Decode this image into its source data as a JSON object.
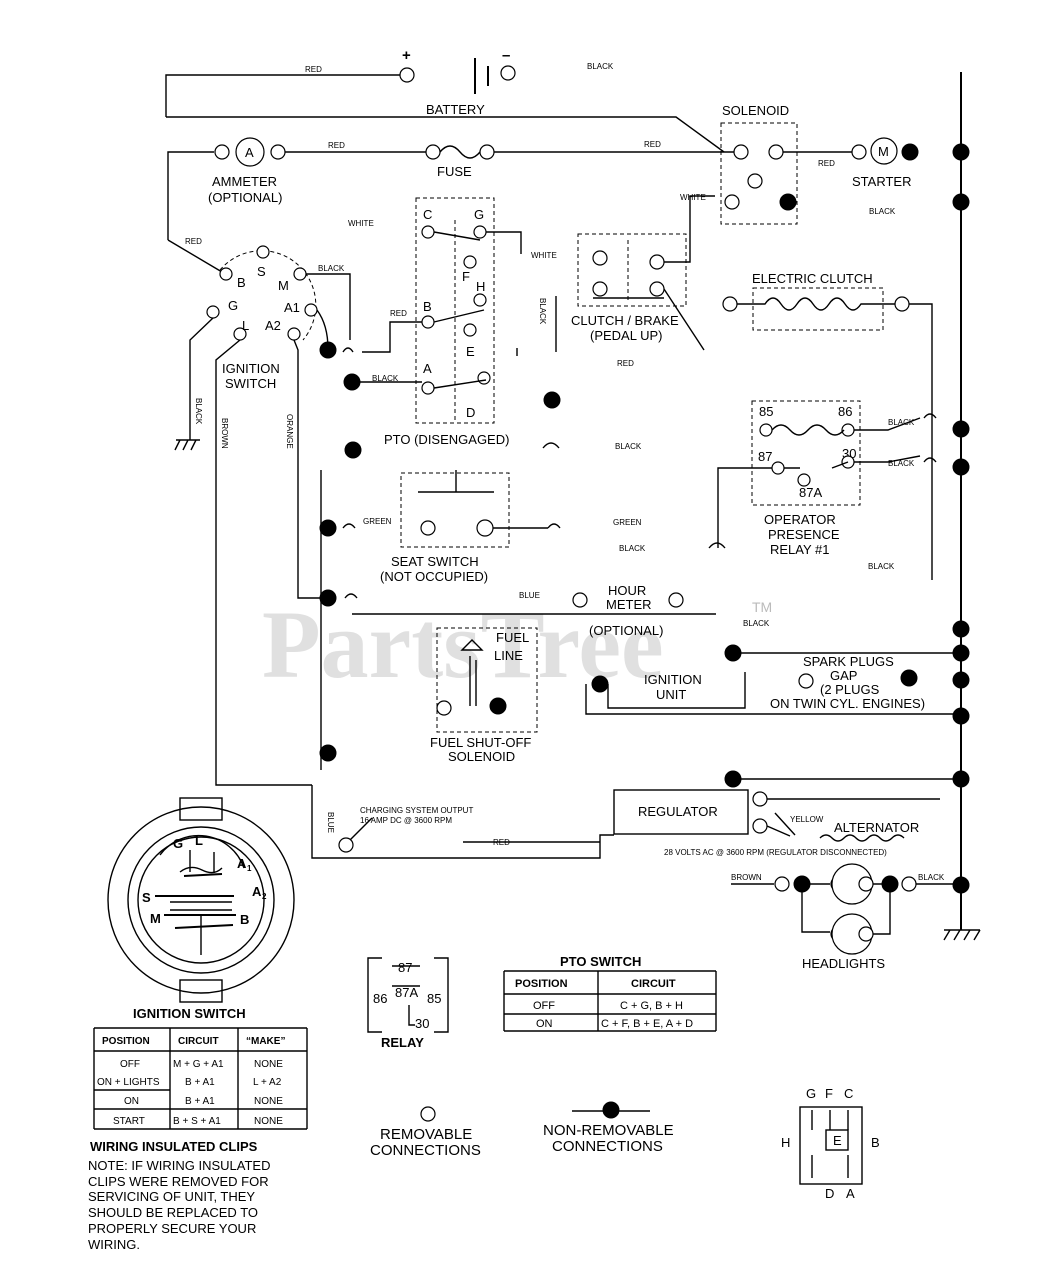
{
  "labels": {
    "battery": "BATTERY",
    "plus": "+",
    "minus": "–",
    "red": "RED",
    "black": "BLACK",
    "white": "WHITE",
    "green": "GREEN",
    "blue": "BLUE",
    "brown": "BROWN",
    "orange": "ORANGE",
    "yellow": "YELLOW",
    "solenoid": "SOLENOID",
    "ammeter": "AMMETER",
    "optional": "(OPTIONAL)",
    "fuse": "FUSE",
    "starter": "STARTER",
    "ammeter_a": "A",
    "starter_m": "M",
    "ign_switch_l1": "IGNITION",
    "ign_switch_l2": "SWITCH",
    "pto_disengaged": "PTO (DISENGAGED)",
    "clutch_brake_l1": "CLUTCH / BRAKE",
    "clutch_brake_l2": "(PEDAL UP)",
    "electric_clutch": "ELECTRIC CLUTCH",
    "opr_l1": "OPERATOR",
    "opr_l2": "PRESENCE",
    "opr_l3": "RELAY #1",
    "seat_l1": "SEAT SWITCH",
    "seat_l2": "(NOT OCCUPIED)",
    "hour_l1": "HOUR",
    "hour_l2": "METER",
    "hour_l3": "(OPTIONAL)",
    "fuel_l1": "FUEL",
    "fuel_l2": "LINE",
    "fso_l1": "FUEL SHUT-OFF",
    "fso_l2": "SOLENOID",
    "ign_unit_l1": "IGNITION",
    "ign_unit_l2": "UNIT",
    "spark_l1": "SPARK PLUGS",
    "spark_l2": "GAP",
    "spark_l3": "(2 PLUGS",
    "spark_l4": "ON TWIN CYL. ENGINES)",
    "charging_l1": "CHARGING SYSTEM OUTPUT",
    "charging_l2": "16 AMP DC @ 3600 RPM",
    "regulator": "REGULATOR",
    "alternator": "ALTERNATOR",
    "alt_note": "28 VOLTS AC @ 3600 RPM (REGULATOR DISCONNECTED)",
    "headlights": "HEADLIGHTS",
    "tm": "TM",
    "watermark": "PartsTree",
    "term_B": "B",
    "term_S": "S",
    "term_M": "M",
    "term_G": "G",
    "term_A1": "A1",
    "term_L": "L",
    "term_A2": "A2",
    "pto_C": "C",
    "pto_G": "G",
    "pto_F": "F",
    "pto_H": "H",
    "pto_B": "B",
    "pto_E": "E",
    "pto_A": "A",
    "pto_D": "D",
    "r85": "85",
    "r86": "86",
    "r87": "87",
    "r30": "30",
    "r87a": "87A",
    "ign_terms": {
      "G": "G",
      "L": "L",
      "A1": "A",
      "A1sub": "1",
      "S": "S",
      "A2": "A",
      "A2sub": "2",
      "M": "M",
      "B": "B"
    },
    "ign_switch_title": "IGNITION SWITCH",
    "relay_title": "RELAY",
    "relay_87": "87",
    "relay_86": "86",
    "relay_87a": "87A",
    "relay_85": "85",
    "relay_30": "30",
    "removable_l1": "REMOVABLE",
    "removable_l2": "CONNECTIONS",
    "nonremovable_l1": "NON-REMOVABLE",
    "nonremovable_l2": "CONNECTIONS",
    "clips_title": "WIRING INSULATED CLIPS",
    "clips_note": [
      "NOTE: IF WIRING INSULATED",
      "CLIPS WERE REMOVED FOR",
      "SERVICING OF UNIT, THEY",
      "SHOULD BE REPLACED TO",
      "PROPERLY SECURE YOUR",
      "WIRING."
    ],
    "pto_key": {
      "G": "G",
      "F": "F",
      "C": "C",
      "H": "H",
      "E": "E",
      "B": "B",
      "D": "D",
      "A": "A"
    }
  },
  "ignition_table": {
    "headers": [
      "POSITION",
      "CIRCUIT",
      "“MAKE”"
    ],
    "rows": [
      [
        "OFF",
        "M + G + A1",
        "NONE"
      ],
      [
        "ON + LIGHTS",
        "B + A1",
        "L + A2"
      ],
      [
        "ON",
        "B + A1",
        "NONE"
      ],
      [
        "START",
        "B + S + A1",
        "NONE"
      ]
    ]
  },
  "pto_table": {
    "title": "PTO SWITCH",
    "headers": [
      "POSITION",
      "CIRCUIT"
    ],
    "rows": [
      [
        "OFF",
        "C + G, B + H"
      ],
      [
        "ON",
        "C + F, B + E, A + D"
      ]
    ]
  }
}
